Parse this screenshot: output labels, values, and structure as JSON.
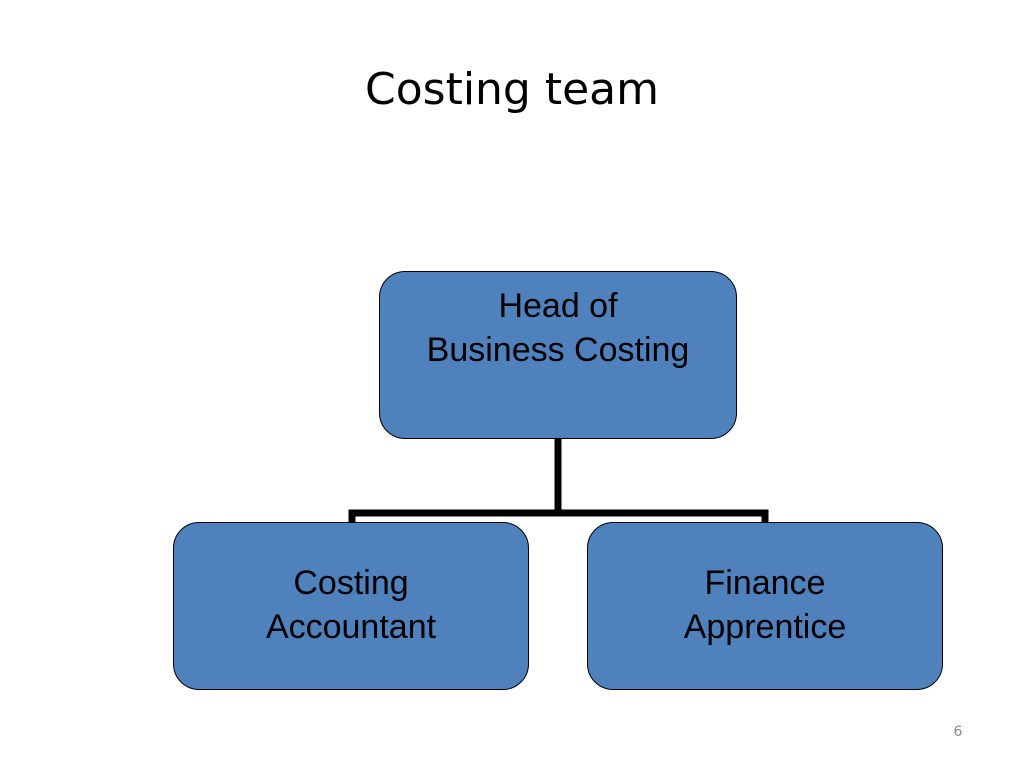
{
  "slide": {
    "title": "Costing team",
    "page_number": "6"
  },
  "org_chart": {
    "box_color": "#4f81bd",
    "connector_color": "#000000",
    "head": {
      "label": "Head of\nBusiness Costing"
    },
    "reports": [
      {
        "label": "Costing\nAccountant"
      },
      {
        "label": "Finance\nApprentice"
      }
    ]
  }
}
